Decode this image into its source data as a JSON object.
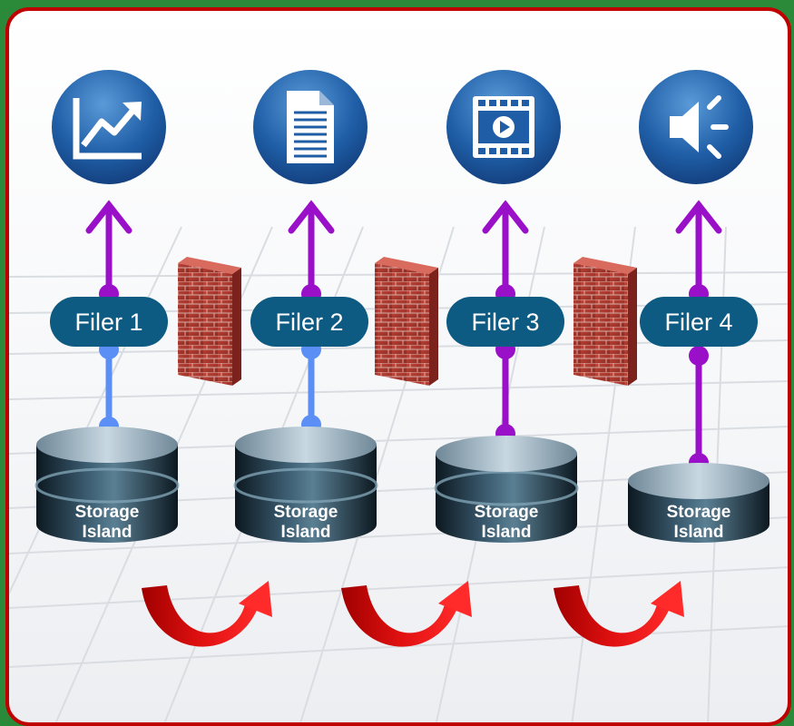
{
  "filers": [
    {
      "label": "Filer 1",
      "icon": "chart-trend-icon",
      "link_color": "#5b8ff5",
      "storage_line1": "Storage",
      "storage_line2": "Island"
    },
    {
      "label": "Filer 2",
      "icon": "document-icon",
      "link_color": "#5b8ff5",
      "storage_line1": "Storage",
      "storage_line2": "Island"
    },
    {
      "label": "Filer 3",
      "icon": "video-player-icon",
      "link_color": "#9a10c8",
      "storage_line1": "Storage",
      "storage_line2": "Island"
    },
    {
      "label": "Filer 4",
      "icon": "speaker-icon",
      "link_color": "#9a10c8",
      "storage_line1": "Storage",
      "storage_line2": "Island"
    }
  ],
  "colors": {
    "frame_border": "#c00000",
    "up_arrow": "#9a10c8",
    "filer_pill": "#0d5b82",
    "icon_circle": "#1d5fa8",
    "curved_arrow": "#e00000",
    "firewall": "#b03a30"
  }
}
